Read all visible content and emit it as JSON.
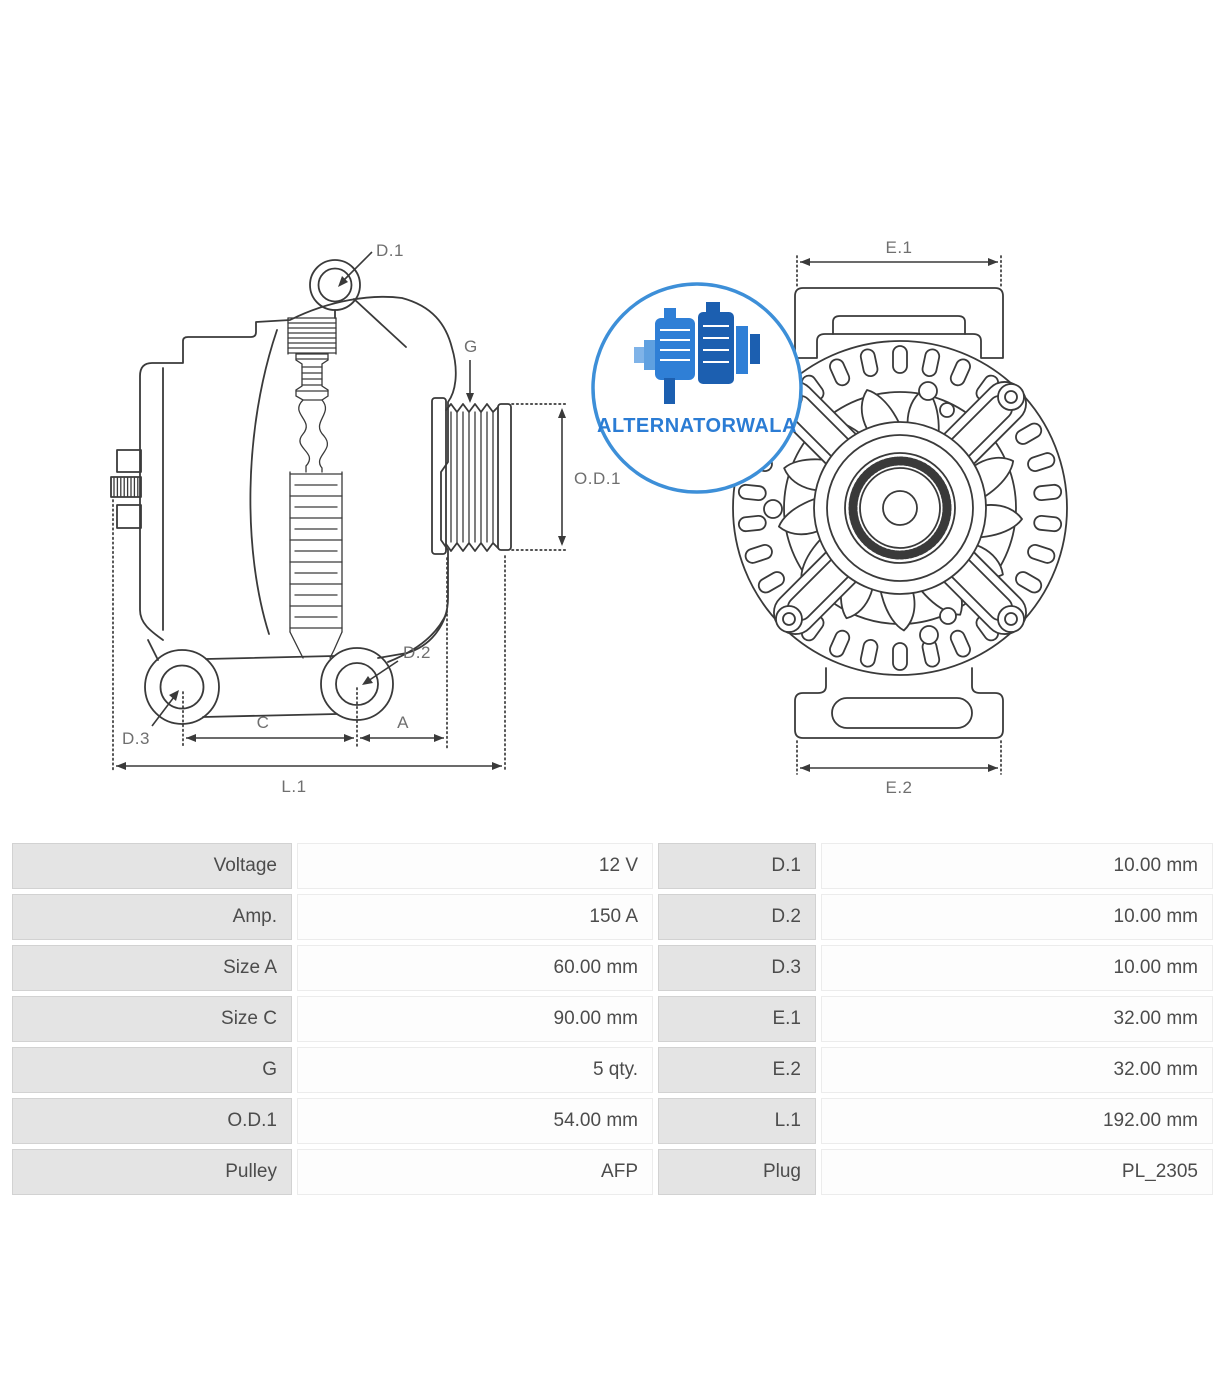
{
  "logo": {
    "text": "ALTERNATORWALA"
  },
  "side_view": {
    "labels": {
      "d1": "D.1",
      "g": "G",
      "od1": "O.D.1",
      "d2": "D.2",
      "d3": "D.3",
      "c": "C",
      "a": "A",
      "l1": "L.1"
    }
  },
  "front_view": {
    "labels": {
      "e1": "E.1",
      "e2": "E.2"
    }
  },
  "colors": {
    "line": "#3a3a3a",
    "dim_text": "#6f6f6f",
    "logo_blue": "#2b7cd4",
    "logo_ring": "#3d8fd8",
    "table_label_bg": "#e4e4e4",
    "table_value_bg": "#fdfdfd"
  },
  "spec_table": {
    "rows": [
      {
        "l1": "Voltage",
        "v1": "12 V",
        "l2": "D.1",
        "v2": "10.00 mm"
      },
      {
        "l1": "Amp.",
        "v1": "150 A",
        "l2": "D.2",
        "v2": "10.00 mm"
      },
      {
        "l1": "Size A",
        "v1": "60.00 mm",
        "l2": "D.3",
        "v2": "10.00 mm"
      },
      {
        "l1": "Size C",
        "v1": "90.00 mm",
        "l2": "E.1",
        "v2": "32.00 mm"
      },
      {
        "l1": "G",
        "v1": "5 qty.",
        "l2": "E.2",
        "v2": "32.00 mm"
      },
      {
        "l1": "O.D.1",
        "v1": "54.00 mm",
        "l2": "L.1",
        "v2": "192.00 mm"
      },
      {
        "l1": "Pulley",
        "v1": "AFP",
        "l2": "Plug",
        "v2": "PL_2305"
      }
    ]
  }
}
